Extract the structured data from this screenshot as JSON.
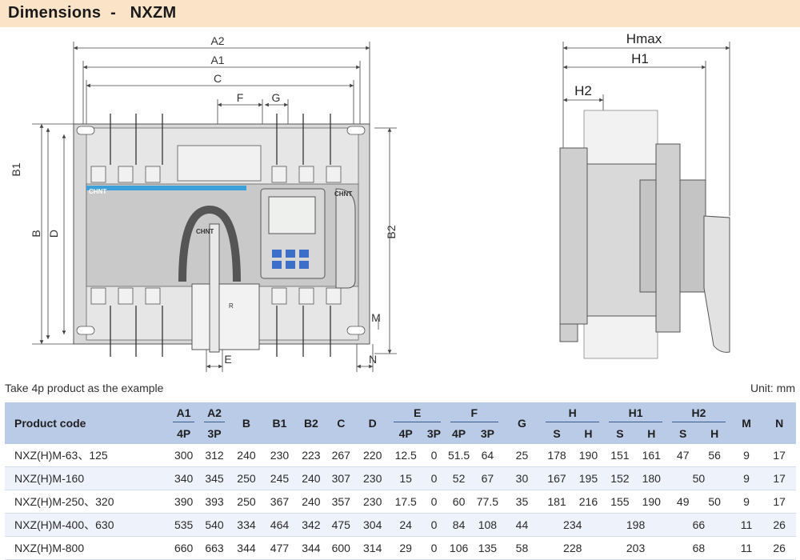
{
  "title": "Dimensions  -   NXZM",
  "brand": "CHNT",
  "front_labels": {
    "A2": "A2",
    "A1": "A1",
    "C": "C",
    "F": "F",
    "G": "G",
    "B1": "B1",
    "B": "B",
    "D": "D",
    "B2": "B2",
    "M": "M",
    "E": "E",
    "N": "N",
    "R": "R"
  },
  "side_labels": {
    "Hmax": "Hmax",
    "H1": "H1",
    "H2": "H2"
  },
  "note_left": "Take 4p product as the example",
  "note_right": "Unit: mm",
  "table": {
    "header_top": [
      "Product code",
      "A1",
      "A2",
      "B",
      "B1",
      "B2",
      "C",
      "D",
      "E",
      "F",
      "G",
      "H",
      "H1",
      "H2",
      "M",
      "N"
    ],
    "header_sub": [
      "4P",
      "3P",
      "4P",
      "3P",
      "4P",
      "3P",
      "S",
      "H",
      "S",
      "H",
      "S",
      "H"
    ],
    "rows": [
      [
        "NXZ(H)M-63、125",
        "300",
        "312",
        "240",
        "230",
        "223",
        "267",
        "220",
        "12.5",
        "0",
        "51.5",
        "64",
        "25",
        "178",
        "190",
        "151",
        "161",
        "47",
        "56",
        "9",
        "17"
      ],
      [
        "NXZ(H)M-160",
        "340",
        "345",
        "250",
        "245",
        "240",
        "307",
        "230",
        "15",
        "0",
        "52",
        "67",
        "30",
        "167",
        "195",
        "152",
        "180",
        "50",
        "9",
        "17"
      ],
      [
        "NXZ(H)M-250、320",
        "390",
        "393",
        "250",
        "367",
        "240",
        "357",
        "230",
        "17.5",
        "0",
        "60",
        "77.5",
        "35",
        "181",
        "216",
        "155",
        "190",
        "49",
        "50",
        "9",
        "17"
      ],
      [
        "NXZ(H)M-400、630",
        "535",
        "540",
        "334",
        "464",
        "342",
        "475",
        "304",
        "24",
        "0",
        "84",
        "108",
        "44",
        "234",
        "198",
        "66",
        "11",
        "26"
      ],
      [
        "NXZ(H)M-800",
        "660",
        "663",
        "344",
        "477",
        "344",
        "600",
        "314",
        "29",
        "0",
        "106",
        "135",
        "58",
        "228",
        "203",
        "68",
        "11",
        "26"
      ]
    ]
  }
}
